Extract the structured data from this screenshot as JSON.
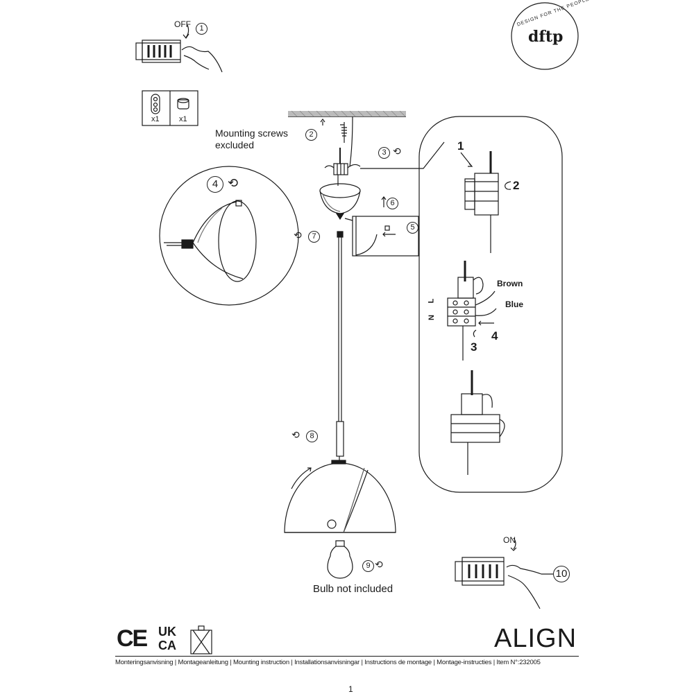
{
  "brand": {
    "logo_text": "dftp",
    "ring_text": "DESIGN FOR THE PEOPLE"
  },
  "product": {
    "name": "ALIGN"
  },
  "footer": {
    "instructions": "Monteringsanvisning | Montageanleitung | Mounting instruction | Installationsanvisningar | Instructions de montage | Montage-instructies | Item N°:232005",
    "page_number": "1"
  },
  "marks": {
    "ce": "CE",
    "ukca_top": "UK",
    "ukca_bottom": "CA"
  },
  "notes": {
    "mounting_screws_line1": "Mounting screws",
    "mounting_screws_line2": "excluded",
    "bulb_not_included": "Bulb not included"
  },
  "switch": {
    "off_label": "OFF",
    "on_label": "ON"
  },
  "parts": {
    "plate_qty": "x1",
    "connector_qty": "x1"
  },
  "wiring": {
    "brown_label": "Brown",
    "blue_label": "Blue",
    "n_label": "N",
    "l_label": "L",
    "step_1": "1",
    "step_2": "2",
    "step_3": "3",
    "step_4": "4"
  },
  "steps": [
    "1",
    "2",
    "3",
    "4",
    "5",
    "6",
    "7",
    "8",
    "9",
    "10"
  ]
}
